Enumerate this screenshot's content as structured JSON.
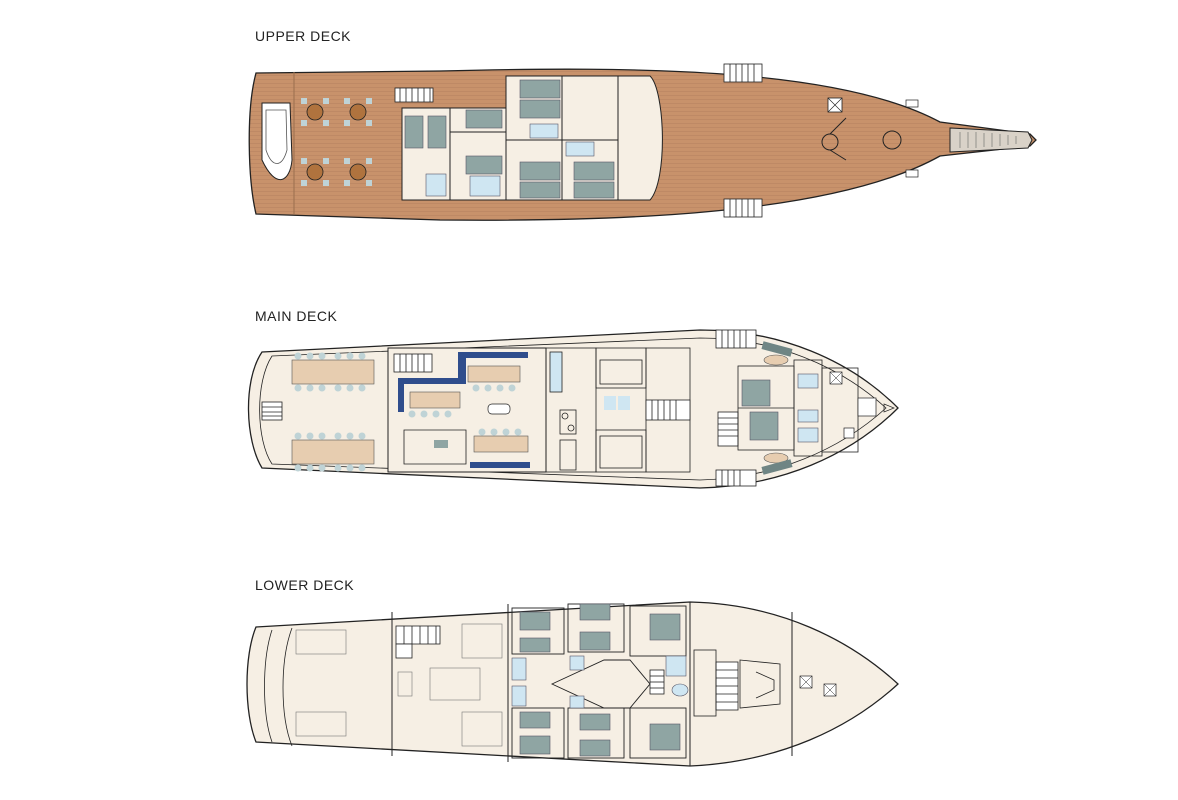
{
  "decks": {
    "upper": {
      "title": "UPPER DECK"
    },
    "main": {
      "title": "MAIN DECK"
    },
    "lower": {
      "title": "LOWER DECK"
    }
  },
  "colors": {
    "teak": "#c8926b",
    "teak_line": "#b78360",
    "hull_cream": "#f6efe4",
    "outline": "#222222",
    "bed": "#8fa5a3",
    "bed_dark": "#6f8584",
    "bath_blue": "#cfe6f2",
    "wood_table": "#e7cdb0",
    "chair": "#bfd3d6",
    "sofa_navy": "#2f4d8c"
  }
}
